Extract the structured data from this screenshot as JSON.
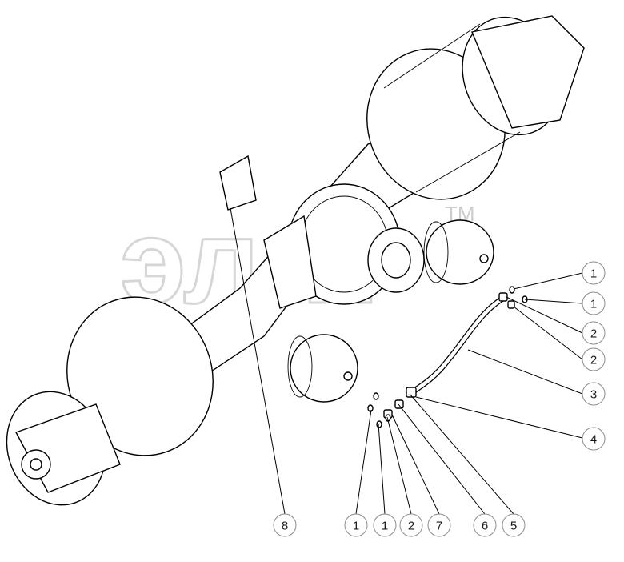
{
  "watermark": {
    "text": "элит",
    "tm": "TM"
  },
  "callouts": [
    {
      "id": "c1a",
      "label": "1"
    },
    {
      "id": "c1b",
      "label": "1"
    },
    {
      "id": "c2a",
      "label": "2"
    },
    {
      "id": "c2b",
      "label": "2"
    },
    {
      "id": "c3",
      "label": "3"
    },
    {
      "id": "c4",
      "label": "4"
    },
    {
      "id": "b8",
      "label": "8"
    },
    {
      "id": "b1a",
      "label": "1"
    },
    {
      "id": "b1b",
      "label": "1"
    },
    {
      "id": "b2",
      "label": "2"
    },
    {
      "id": "b7",
      "label": "7"
    },
    {
      "id": "b6",
      "label": "6"
    },
    {
      "id": "b5",
      "label": "5"
    }
  ]
}
